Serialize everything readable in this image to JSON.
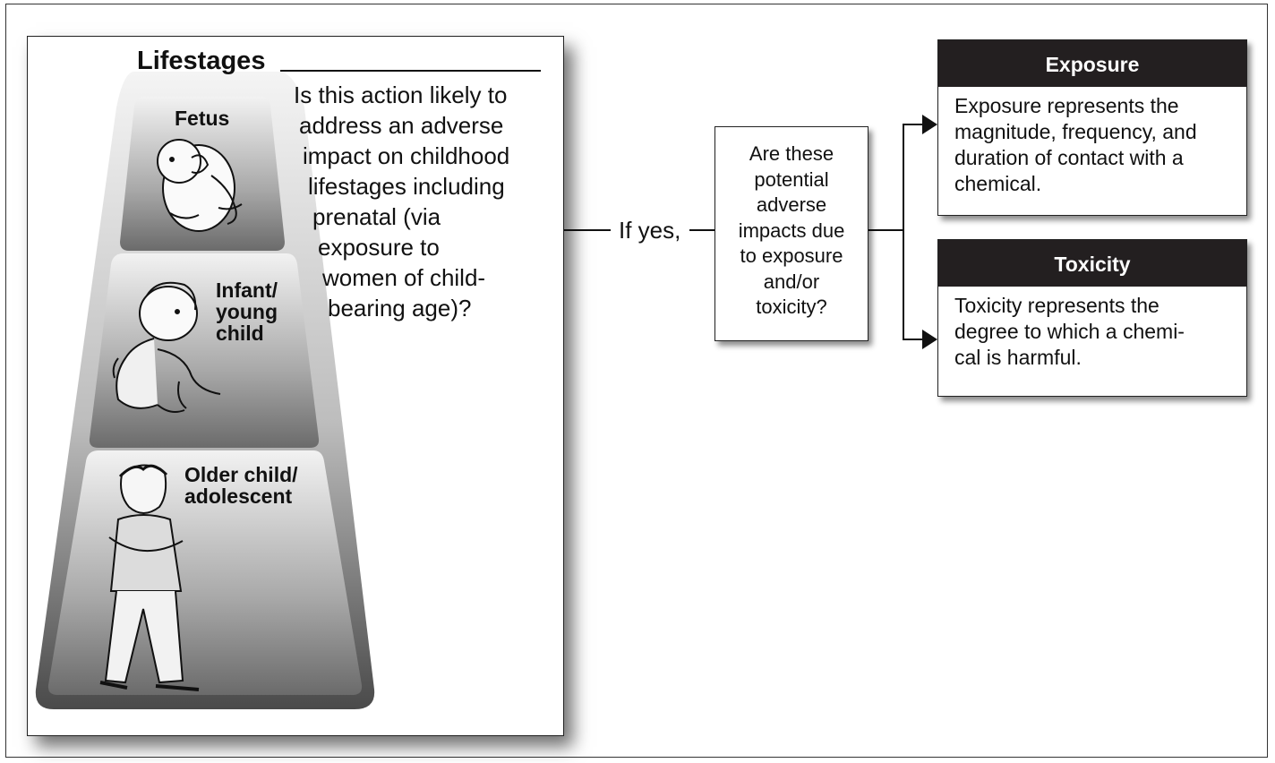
{
  "lifestages": {
    "title": "Lifestages",
    "question_lines": [
      "Is this action likely to",
      "address an adverse",
      "impact on childhood",
      "lifestages including",
      "prenatal (via",
      "exposure to",
      "women of child-",
      "bearing age)?"
    ],
    "stages": [
      {
        "label": "Fetus",
        "figure": "fetus-illustration"
      },
      {
        "label": "Infant/\nyoung\nchild",
        "figure": "infant-illustration"
      },
      {
        "label": "Older child/\nadolescent",
        "figure": "adolescent-illustration"
      }
    ]
  },
  "connector": {
    "label": "If yes,"
  },
  "question_box": {
    "text": "Are these\npotential\nadverse\nimpacts due\nto exposure\nand/or\ntoxicity?"
  },
  "exposure": {
    "heading": "Exposure",
    "body": "Exposure represents the\nmagnitude, frequency, and\nduration of contact with a\nchemical."
  },
  "toxicity": {
    "heading": "Toxicity",
    "body": "Toxicity represents the\ndegree to which a chemi-\ncal is harmful."
  },
  "colors": {
    "box_header": "#231f20",
    "stage_light": "#ececec",
    "stage_dark": "#5c5c5c"
  }
}
